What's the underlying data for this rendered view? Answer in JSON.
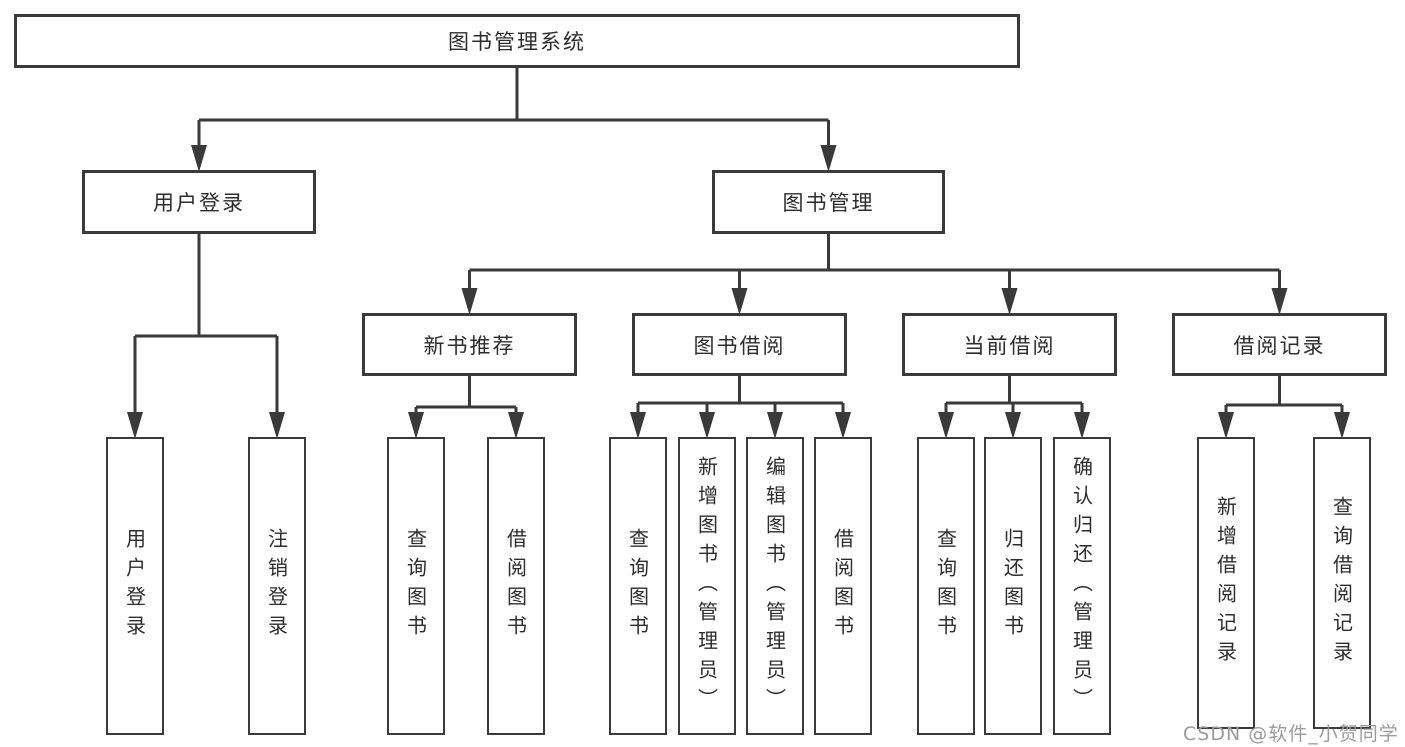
{
  "diagram": {
    "title": "图书管理系统",
    "nodes": [
      {
        "id": "root",
        "label": "图书管理系统",
        "parent": null
      },
      {
        "id": "user-login",
        "label": "用户登录",
        "parent": "root"
      },
      {
        "id": "book-mgmt",
        "label": "图书管理",
        "parent": "root"
      },
      {
        "id": "leaf-user-login",
        "label": "用户登录",
        "parent": "user-login"
      },
      {
        "id": "leaf-logout",
        "label": "注销登录",
        "parent": "user-login"
      },
      {
        "id": "new-book-rec",
        "label": "新书推荐",
        "parent": "book-mgmt"
      },
      {
        "id": "book-borrow",
        "label": "图书借阅",
        "parent": "book-mgmt"
      },
      {
        "id": "current-borrow",
        "label": "当前借阅",
        "parent": "book-mgmt"
      },
      {
        "id": "borrow-records",
        "label": "借阅记录",
        "parent": "book-mgmt"
      },
      {
        "id": "nbr-query-book",
        "label": "查询图书",
        "parent": "new-book-rec"
      },
      {
        "id": "nbr-borrow-book",
        "label": "借阅图书",
        "parent": "new-book-rec"
      },
      {
        "id": "bb-query-book",
        "label": "查询图书",
        "parent": "book-borrow"
      },
      {
        "id": "bb-add-book",
        "label": "新增图书（管理员）",
        "parent": "book-borrow"
      },
      {
        "id": "bb-edit-book",
        "label": "编辑图书（管理员）",
        "parent": "book-borrow"
      },
      {
        "id": "bb-borrow-book",
        "label": "借阅图书",
        "parent": "book-borrow"
      },
      {
        "id": "cb-query-book",
        "label": "查询图书",
        "parent": "current-borrow"
      },
      {
        "id": "cb-return-book",
        "label": "归还图书",
        "parent": "current-borrow"
      },
      {
        "id": "cb-confirm-return",
        "label": "确认归还（管理员）",
        "parent": "current-borrow"
      },
      {
        "id": "br-add-record",
        "label": "新增借阅记录",
        "parent": "borrow-records"
      },
      {
        "id": "br-query-record",
        "label": "查询借阅记录",
        "parent": "borrow-records"
      }
    ],
    "colors": {
      "line": "#3a3a3a",
      "box_border": "#3a3a3a",
      "text": "#2d2d2d",
      "background": "#ffffff",
      "watermark": "#9b9b9b"
    }
  },
  "watermark": {
    "text": "CSDN @软件_小贺同学"
  }
}
